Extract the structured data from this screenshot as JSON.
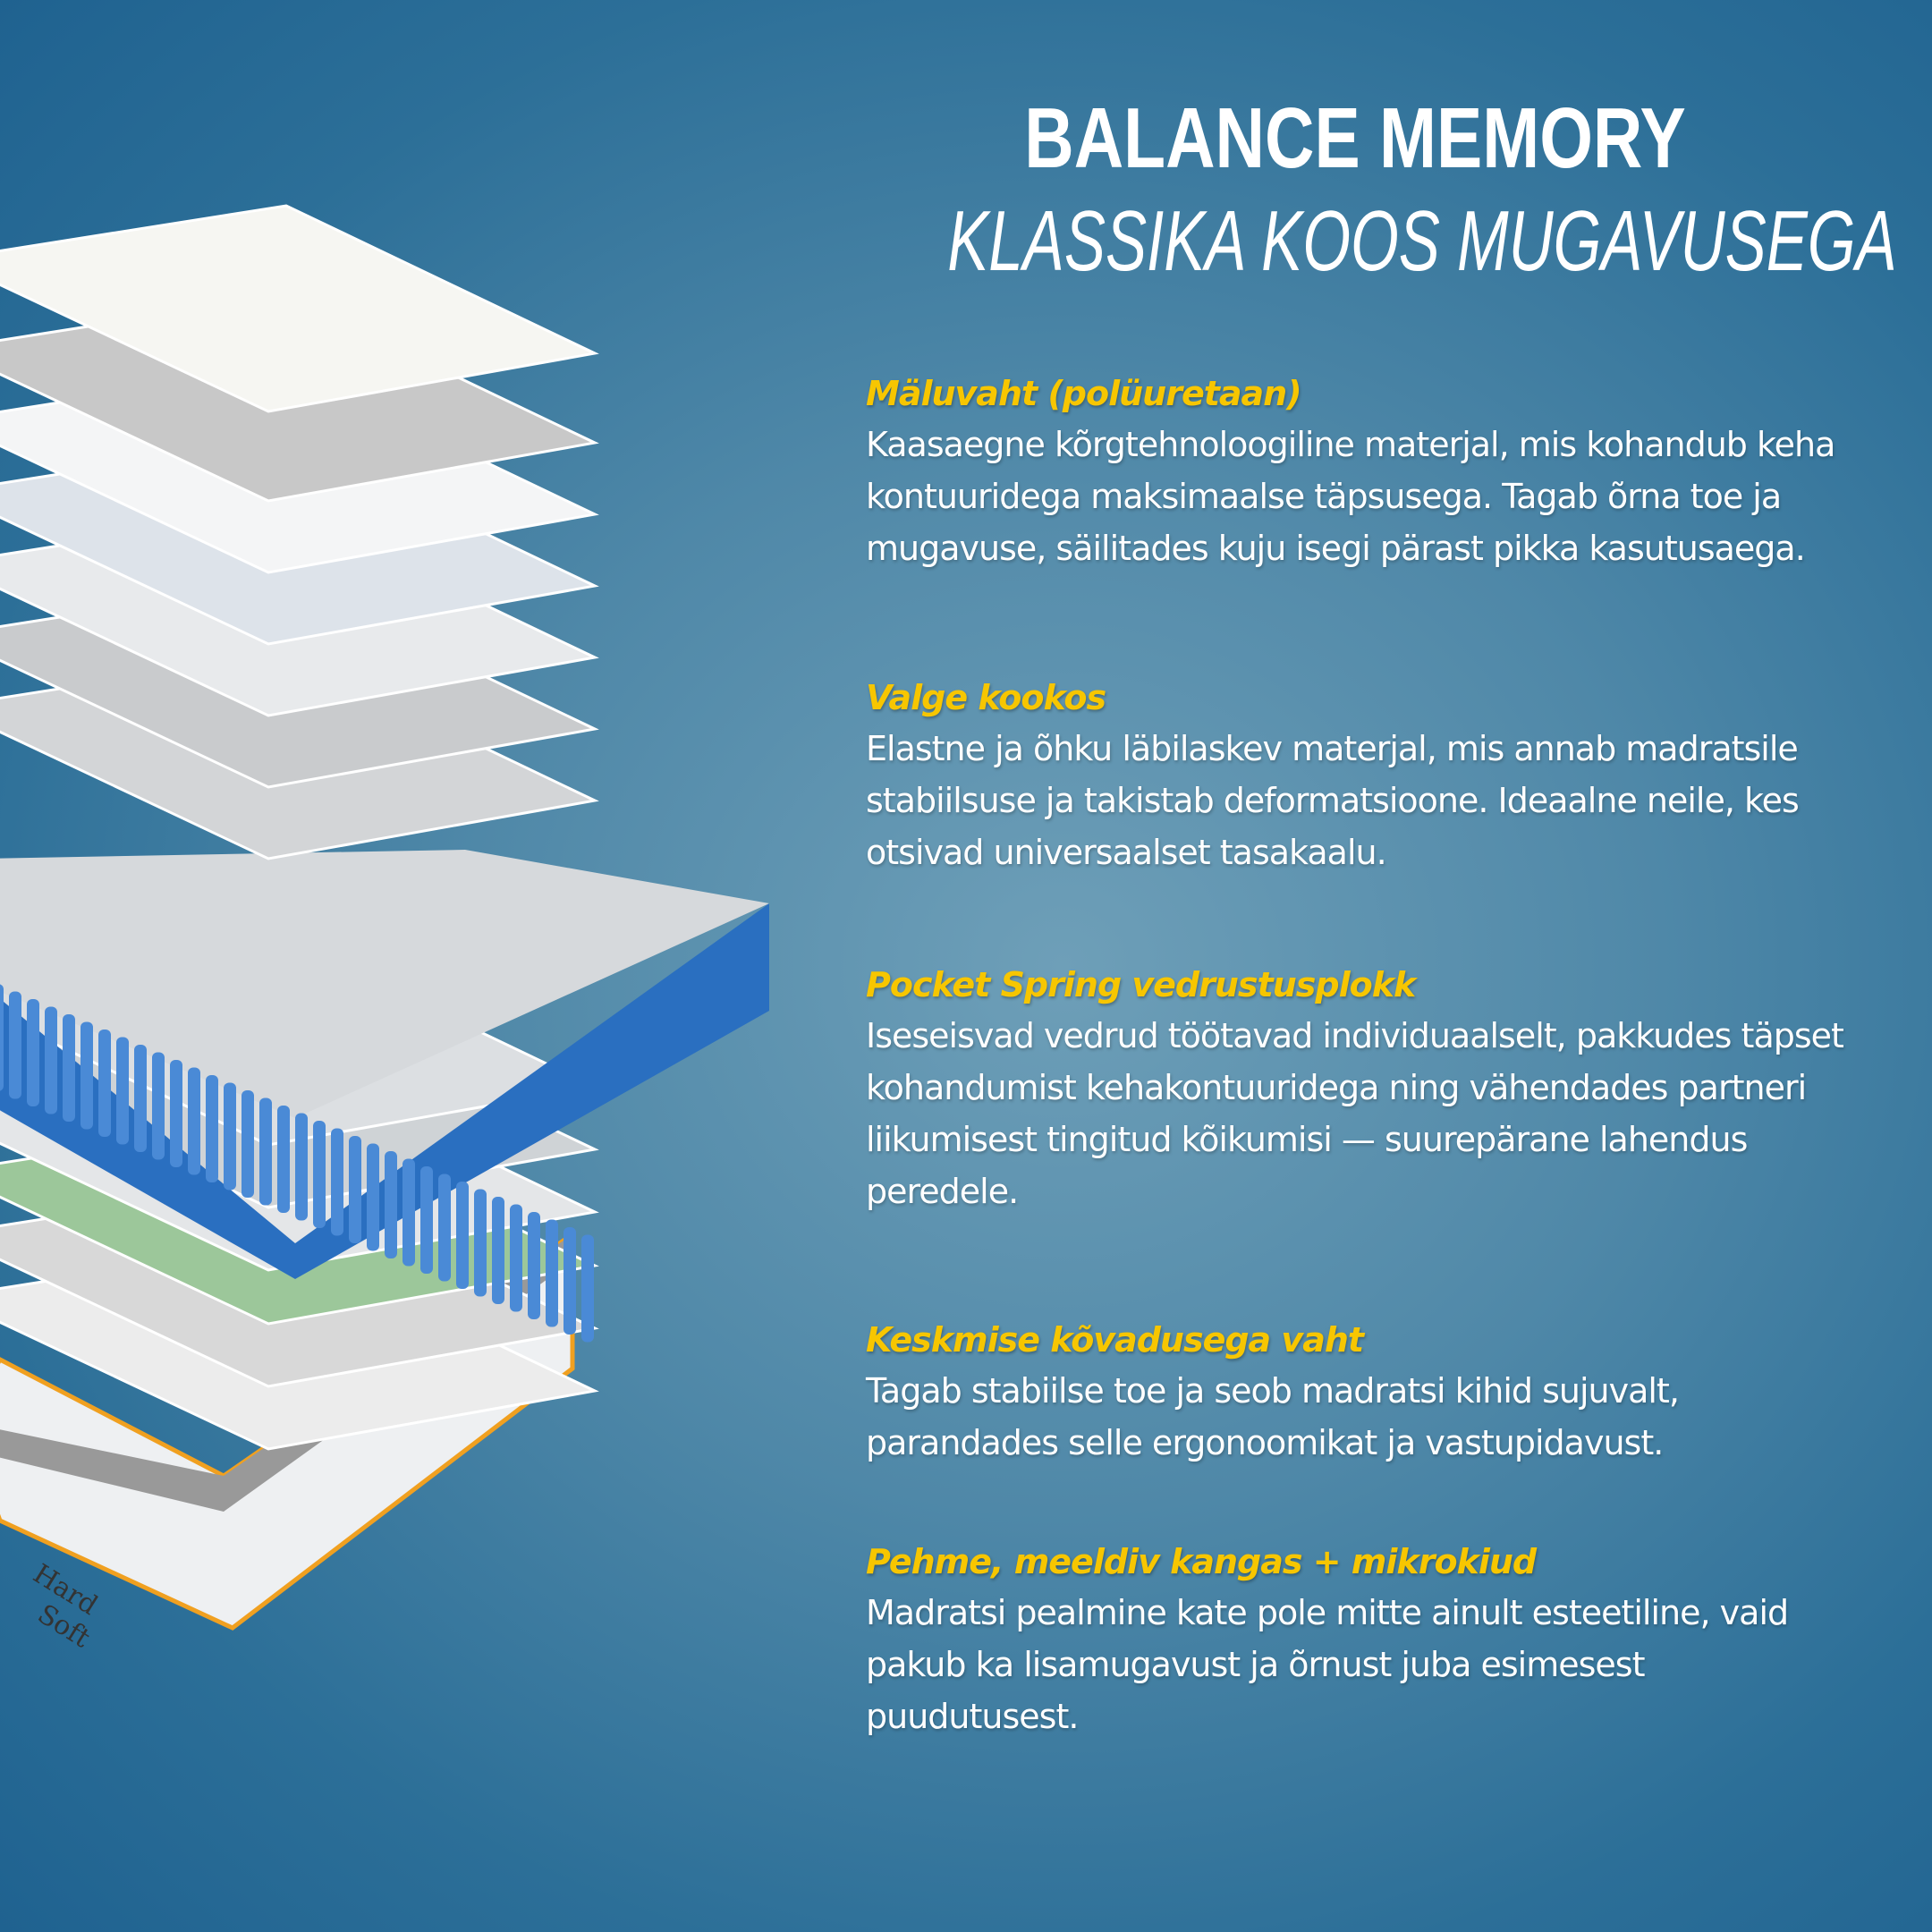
{
  "header": {
    "title": "BALANCE MEMORY",
    "subtitle": "KLASSIKA KOOS MUGAVUSEGA"
  },
  "sections": [
    {
      "heading": "Mäluvaht (polüuretaan)",
      "lines": [
        "Kaasaegne kõrgtehnoloogiline materjal, mis kohandub keha",
        "kontuuridega maksimaalse täpsusega. Tagab õrna toe ja",
        "mugavuse, säilitades kuju isegi pärast pikka kasutusaega."
      ]
    },
    {
      "heading": "Valge kookos",
      "lines": [
        "Elastne ja õhku läbilaskev materjal, mis annab madratsile",
        "stabiilsuse ja takistab deformatsioone. Ideaalne neile, kes",
        "otsivad universaalset tasakaalu."
      ]
    },
    {
      "heading": "Pocket Spring vedrustusplokk",
      "lines": [
        "Iseseisvad vedrud töötavad individuaalselt, pakkudes täpset",
        "kohandumist kehakontuuridega ning vähendades partneri",
        "liikumisest tingitud kõikumisi — suurepärane lahendus",
        "peredele."
      ]
    },
    {
      "heading": "Keskmise kõvadusega vaht",
      "lines": [
        "Tagab stabiilse toe ja seob madratsi kihid sujuvalt,",
        "parandades selle ergonoomikat ja vastupidavust."
      ]
    },
    {
      "heading": "Pehme, meeldiv kangas + mikrokiud",
      "lines": [
        "Madratsi pealmine kate pole mitte ainult esteetiline, vaid",
        "pakub ka lisamugavust ja õrnust juba esimesest",
        "puudutusest."
      ]
    }
  ],
  "illustration": {
    "side_label_top": "Hard",
    "side_label_bottom": "Soft"
  },
  "colors": {
    "heading": "#f7c600",
    "spring": "#2a6fc0",
    "green_layer": "#9cc79a",
    "edge": "#f0a020"
  }
}
